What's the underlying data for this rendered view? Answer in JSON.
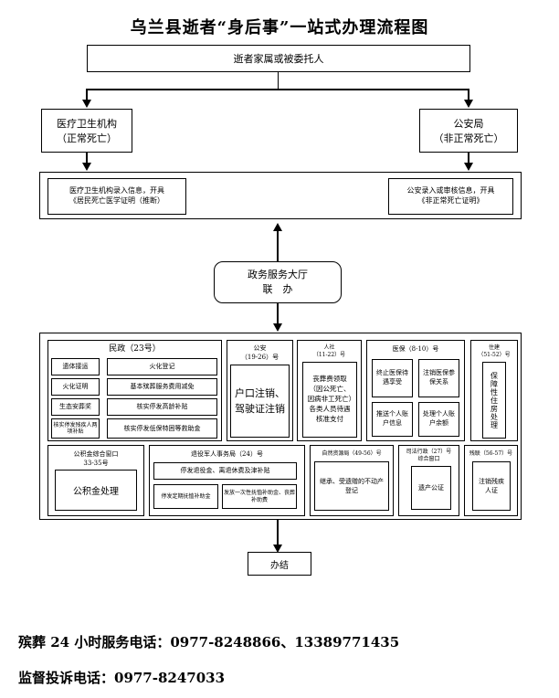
{
  "title": "乌兰县逝者“身后事”一站式办理流程图",
  "top_box": "逝者家属或被委托人",
  "medical": {
    "name": "医疗卫生机构",
    "note": "（正常死亡）"
  },
  "police": {
    "name": "公安局",
    "note": "（非正常死亡）"
  },
  "medical_cert": {
    "line1": "医疗卫生机构录入信息，开具",
    "line2": "《居民死亡医学证明（推断）"
  },
  "police_cert": {
    "line1": "公安录入或审核信息，开具",
    "line2": "《非正常死亡证明》"
  },
  "hall": {
    "line1": "政务服务大厅",
    "line2": "联　办"
  },
  "civil": {
    "header": "民政（23号）",
    "left": [
      "遗体接运",
      "火化证明",
      "生态安葬奖",
      "核实停发残疾人两项补贴"
    ],
    "right": [
      "火化登记",
      "基本殡葬服务费用减免",
      "核实停发高龄补贴",
      "核实停发低保特困等救助金"
    ]
  },
  "public_security": {
    "header1": "公安",
    "header2": "（19-26）号",
    "body": "户口注销、驾驶证注销"
  },
  "hr": {
    "header1": "人社",
    "header2": "（11-22）号",
    "body": "丧葬费领取（因公死亡、因病非工死亡）各类人员待遇核准支付"
  },
  "medical_insurance": {
    "header": "医保（8-10）号",
    "items": [
      "终止医保待遇享受",
      "注销医保参保关系",
      "推送个人账户信息",
      "处理个人账户余额"
    ]
  },
  "housing": {
    "header1": "住建",
    "header2": "（51-52）号",
    "body": "保障性住房处理"
  },
  "fund": {
    "header1": "公积金综合窗口",
    "header2": "33-35号",
    "body": "公积金处理"
  },
  "veterans": {
    "header": "退役军人事务局（24）号",
    "top": "停发退役金、离退休费及津补贴",
    "left": "停发定期抚恤补助金",
    "right": "发放一次性抚恤补助金、丧葬补助费"
  },
  "resources": {
    "header": "自然资源局（49-56）号",
    "body": "继承、受遗赠的不动产登记"
  },
  "judicial": {
    "header1": "司法行政（27）号",
    "header2": "综合窗口",
    "body": "遗产公证"
  },
  "disabled": {
    "header": "残联（56-57）号",
    "body": "注销残疾人证"
  },
  "end": "办结",
  "footer1": "殡葬 24 小时服务电话：0977-8248866、13389771435",
  "footer2": "监督投诉电话：0977-8247033"
}
